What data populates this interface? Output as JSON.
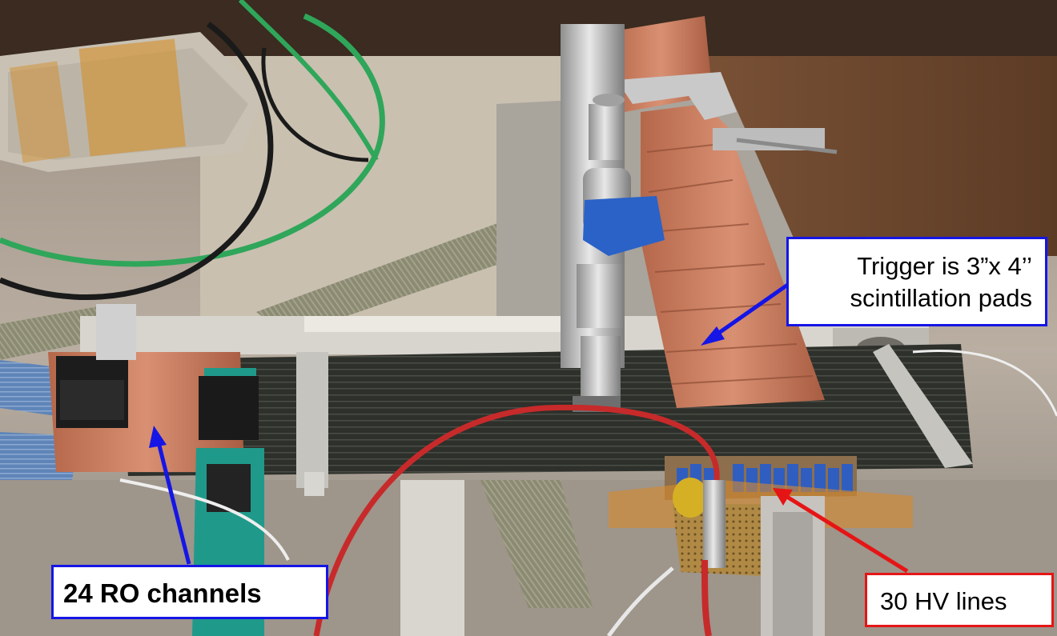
{
  "callouts": {
    "trigger": {
      "line1": "Trigger is 3”x 4’’",
      "line2": "scintillation pads"
    },
    "ro_channels": {
      "label": "24 RO channels"
    },
    "hv_lines": {
      "label": "30 HV lines"
    }
  },
  "colors": {
    "blue_callout": "#1515e6",
    "red_callout": "#e61515",
    "copper": "#c97a56",
    "green_clamp": "#1f9a8a"
  }
}
